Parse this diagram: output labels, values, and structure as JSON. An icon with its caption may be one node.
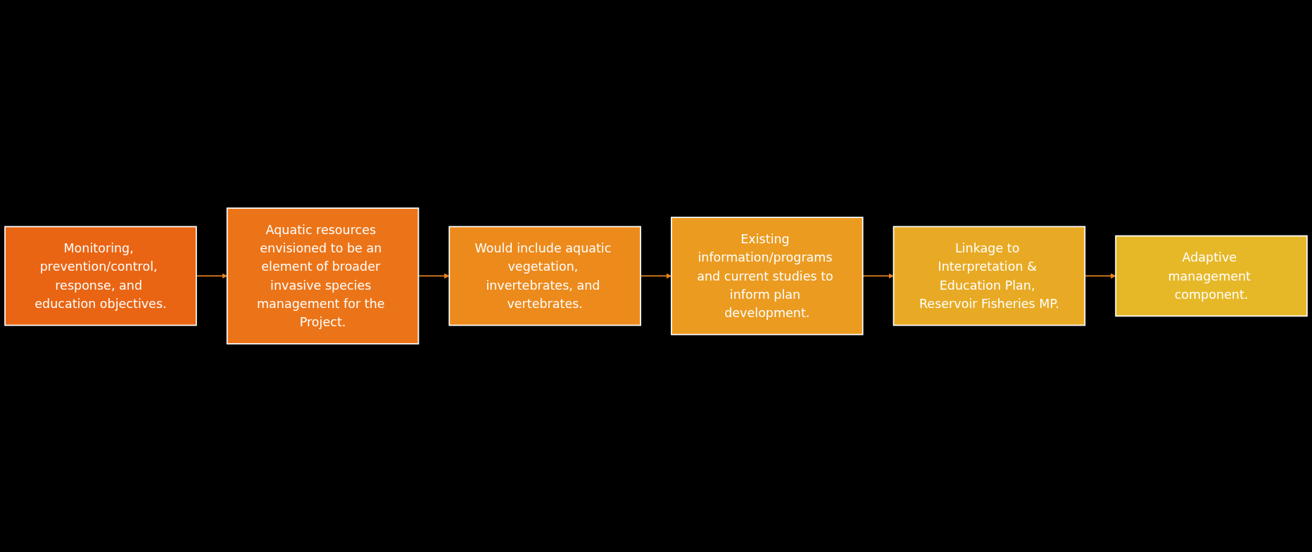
{
  "diagram": {
    "nodes": [
      {
        "text": [
          "Monitoring, prevention/control, response, and education objectives."
        ]
      },
      {
        "text": [
          "Aquatic resources envisioned to be an element of broader invasive species management for the Project."
        ]
      },
      {
        "text": [
          "Would include aquatic vegetation, invertebrates, and vertebrates."
        ]
      },
      {
        "text": [
          "Existing information/programs and current studies to inform plan development."
        ]
      },
      {
        "text": [
          "Linkage to Interpretation & Education Plan, Reservoir Fisheries MP."
        ]
      },
      {
        "text": [
          "Adaptive management component."
        ]
      }
    ],
    "edges": [
      {
        "from": 0,
        "to": 1,
        "arrow": "to"
      },
      {
        "from": 1,
        "to": 2,
        "arrow": "to"
      },
      {
        "from": 2,
        "to": 3,
        "arrow": "to"
      },
      {
        "from": 3,
        "to": 4,
        "arrow": "to"
      },
      {
        "from": 4,
        "to": 5,
        "arrow": "to"
      }
    ]
  }
}
